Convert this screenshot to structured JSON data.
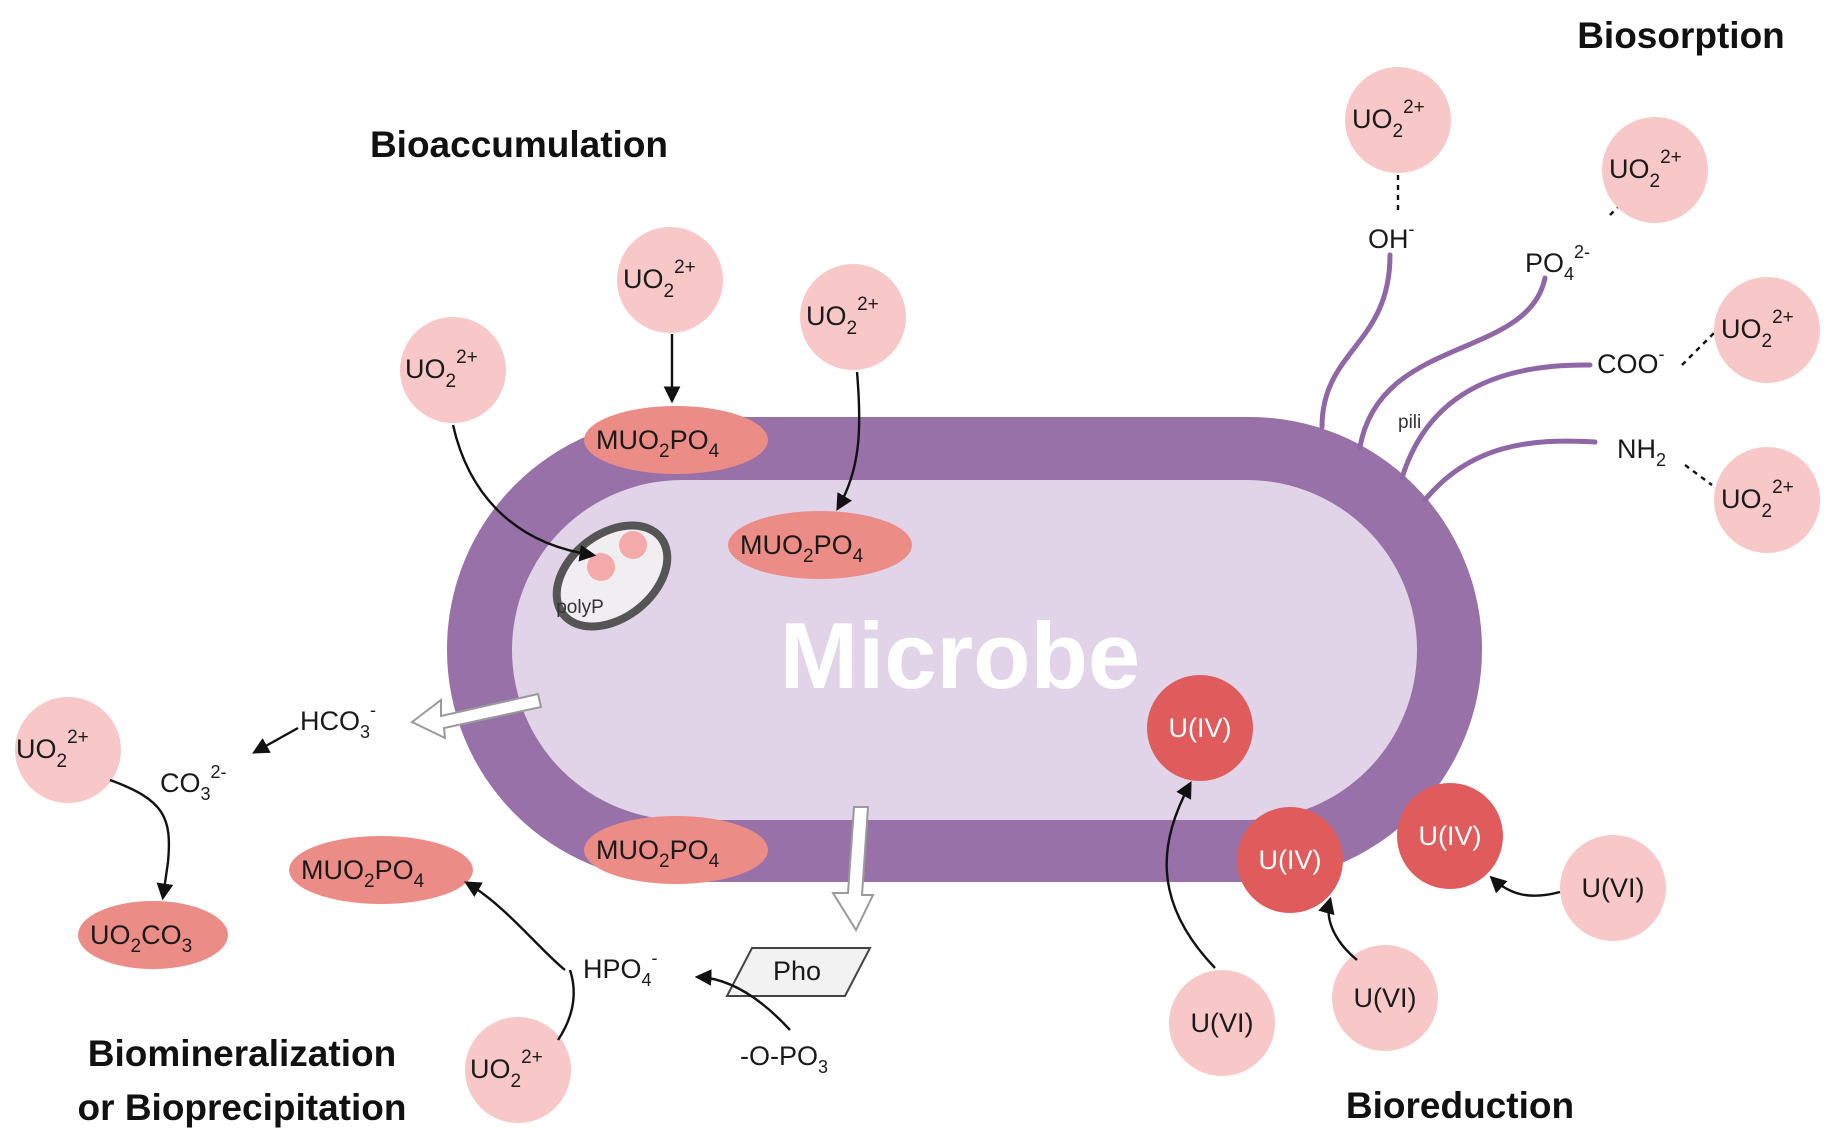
{
  "colors": {
    "membrane": "#9871a8",
    "cytoplasm": "#e1d4e8",
    "pale_circle": "#f8c8c8",
    "red_circle": "#e05b5b",
    "salmon_ellipse": "#ec8c86",
    "pili": "#8f66a6"
  },
  "sections": {
    "biosorption": "Biosorption",
    "bioaccumulation": "Bioaccumulation",
    "biomineralization_l1": "Biomineralization",
    "biomineralization_l2": "or Bioprecipitation",
    "bioreduction": "Bioreduction"
  },
  "cell": {
    "label": "Microbe",
    "polyp": "polyP",
    "pili": "pili"
  },
  "ions": {
    "uranyl_base": "UO",
    "uranyl_sub": "2",
    "uranyl_sup": "2+",
    "u4": "U(IV)",
    "u6": "U(VI)"
  },
  "complexes": {
    "muo2po4_a": "MUO",
    "muo2po4_sub": "2",
    "muo2po4_b": "PO",
    "muo2po4_sub2": "4",
    "uo2co3_a": "UO",
    "uo2co3_sub": "2",
    "uo2co3_b": "CO",
    "uo2co3_sub2": "3"
  },
  "groups": {
    "oh": "OH",
    "oh_sup": "-",
    "po4": "PO",
    "po4_sub": "4",
    "po4_sup": "2-",
    "coo": "COO",
    "coo_sup": "-",
    "nh2": "NH",
    "nh2_sub": "2"
  },
  "species": {
    "hco3": "HCO",
    "hco3_sub": "3",
    "hco3_sup": "-",
    "co3": "CO",
    "co3_sub": "3",
    "co3_sup": "2-",
    "hpo4": "HPO",
    "hpo4_sub": "4",
    "hpo4_sup": "-",
    "opo3": "-O-PO",
    "opo3_sub": "3",
    "pho": "Pho"
  }
}
